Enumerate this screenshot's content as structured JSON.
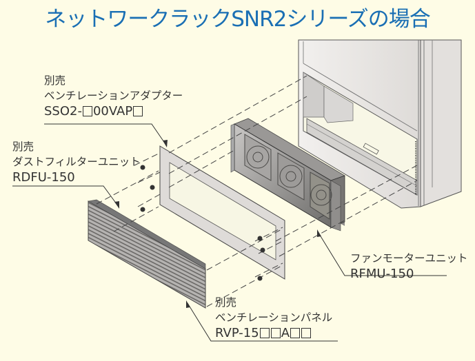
{
  "title": "ネットワークラックSNR2シリーズの場合",
  "colors": {
    "background": "#fefce6",
    "title": "#1a6fb4",
    "text": "#333333",
    "rack_body": "#e9e6e2",
    "fan_unit": "#7c7b79",
    "adapter_frame": "#dcd9d6",
    "vent_panel": "#9a9896"
  },
  "callouts": {
    "adapter": {
      "tag": "別売",
      "name": "ベンチレーションアダプター",
      "model_prefix": "SSO2-",
      "model_mid": "00VAP",
      "model_suffix": ""
    },
    "dust_filter": {
      "tag": "別売",
      "name": "ダストフィルターユニット",
      "model": "RDFU-150"
    },
    "fan_motor": {
      "name": "ファンモーターユニット",
      "model": "RFMU-150"
    },
    "vent_panel": {
      "tag": "別売",
      "name": "ベンチレーションパネル",
      "model_prefix": "RVP-15",
      "model_mid": "A"
    }
  },
  "components": [
    {
      "id": "rack",
      "label": "ネットワークラックSNR2"
    },
    {
      "id": "fan_motor_unit",
      "label": "RFMU-150",
      "fans": 3
    },
    {
      "id": "ventilation_adapter",
      "label": "SSO2-□00VAP□"
    },
    {
      "id": "dust_filter",
      "label": "RDFU-150"
    },
    {
      "id": "ventilation_panel",
      "label": "RVP-15□□A□□"
    }
  ]
}
